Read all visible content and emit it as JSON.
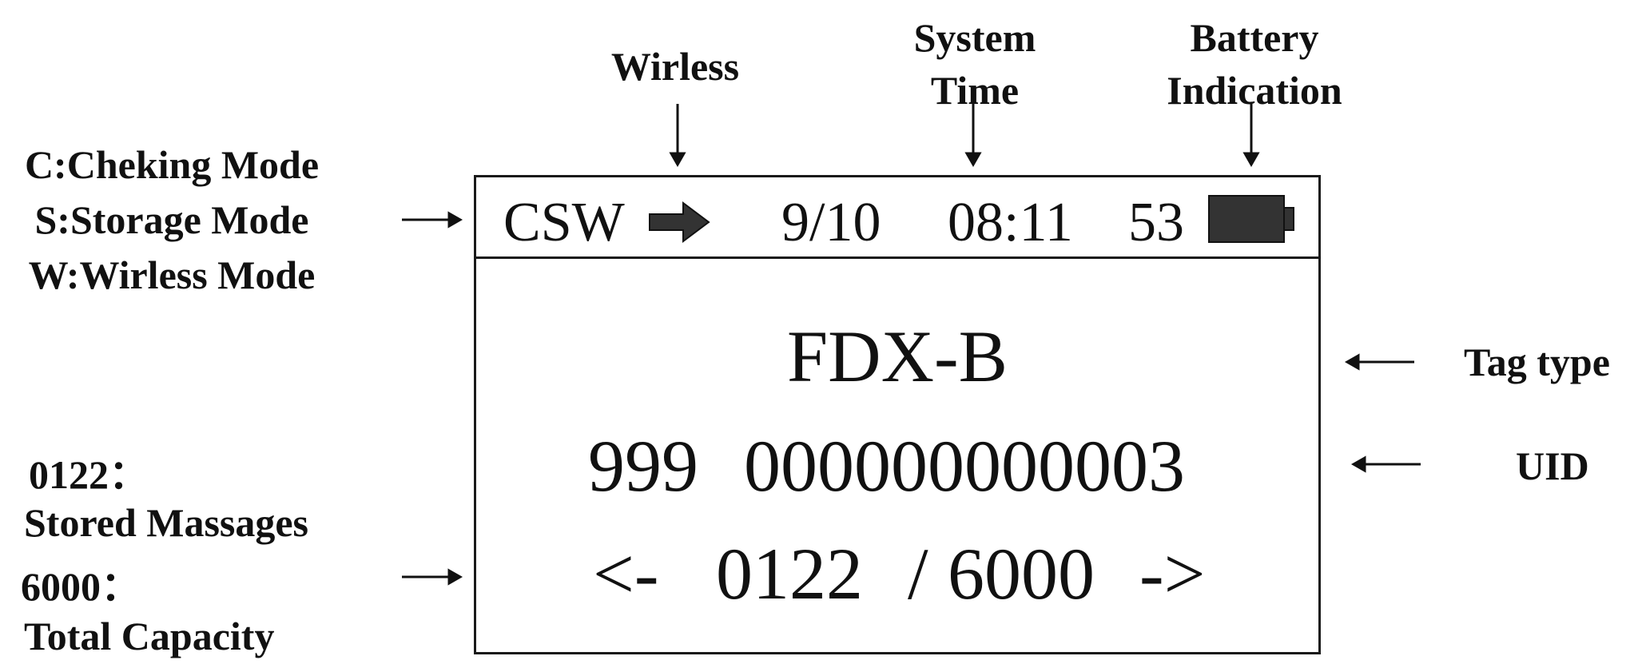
{
  "annotations": {
    "wireless": "Wirless",
    "system_time": [
      "System",
      "Time"
    ],
    "battery": [
      "Battery",
      "Indication"
    ],
    "modes": [
      "C:Cheking Mode",
      "S:Storage Mode",
      "W:Wirless Mode"
    ],
    "tag_type": "Tag type",
    "uid": "UID",
    "stored": [
      "0122：",
      "Stored Massages"
    ],
    "capacity": [
      "6000：",
      "Total Capacity"
    ]
  },
  "screen": {
    "mode": "CSW",
    "date": "9/10",
    "time": "08:11",
    "battery_level": "53",
    "tag_type": "FDX-B",
    "uid_prefix": "999",
    "uid_number": "000000000003",
    "nav_left": "<-",
    "stored_count": "0122",
    "separator": "/",
    "capacity": "6000",
    "nav_right": "->"
  },
  "icons": {
    "wireless": "right-arrow-icon",
    "battery": "battery-icon"
  },
  "colors": {
    "ink": "#111111",
    "fill": "#333333"
  }
}
